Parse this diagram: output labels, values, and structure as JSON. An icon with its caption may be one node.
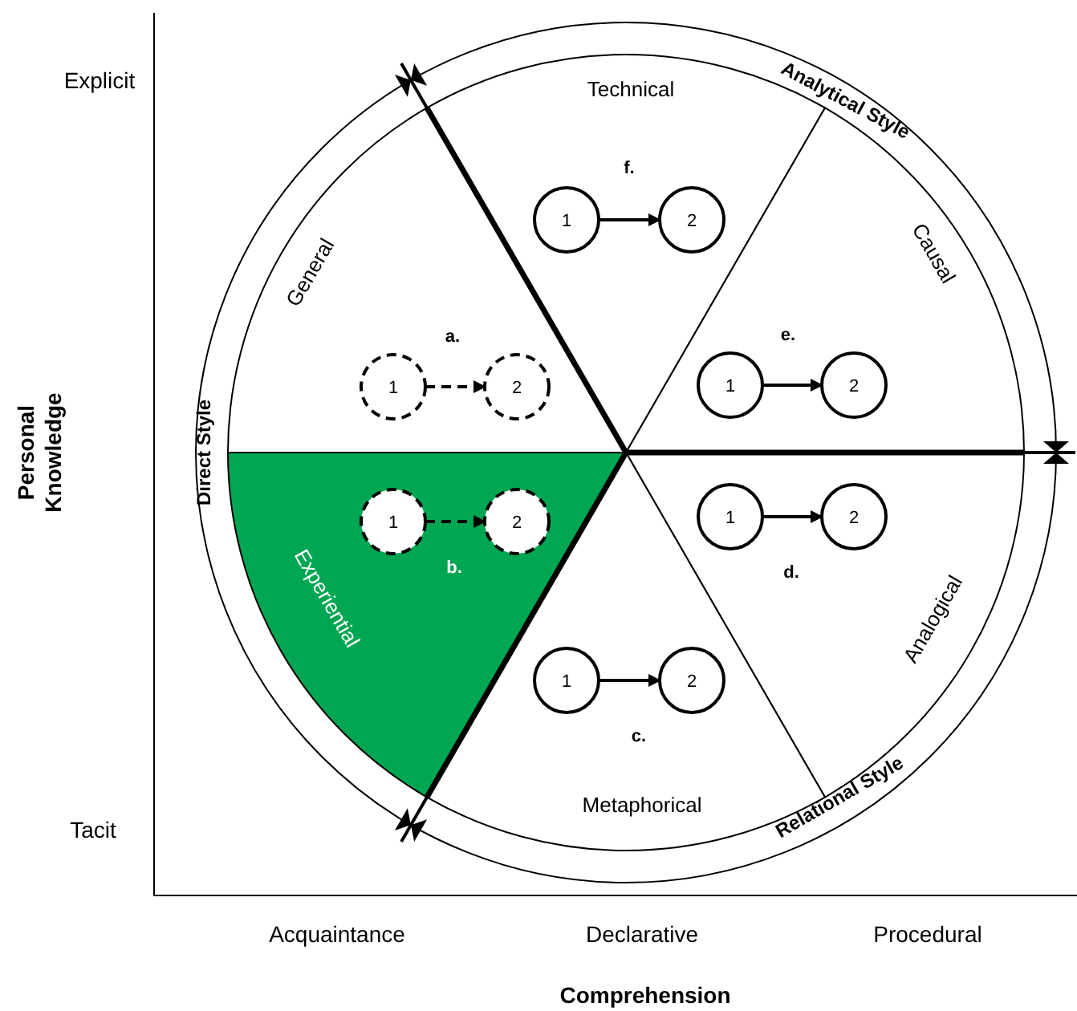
{
  "diagram": {
    "nodes": [
      {
        "text": [
          "Technical",
          "f."
        ]
      },
      {
        "text": [
          "1"
        ],
        "in": 0
      },
      {
        "text": [
          "2"
        ],
        "in": 0
      },
      {
        "text": [
          "General",
          "a."
        ]
      },
      {
        "text": [
          "1"
        ],
        "in": 3
      },
      {
        "text": [
          "2"
        ],
        "in": 3
      },
      {
        "text": [
          "Causal",
          "e."
        ]
      },
      {
        "text": [
          "1"
        ],
        "in": 6
      },
      {
        "text": [
          "2"
        ],
        "in": 6
      },
      {
        "text": [
          "Experiential",
          "b."
        ]
      },
      {
        "text": [
          "1"
        ],
        "in": 9
      },
      {
        "text": [
          "2"
        ],
        "in": 9
      },
      {
        "text": [
          "d.",
          "Analogical"
        ]
      },
      {
        "text": [
          "1"
        ],
        "in": 12
      },
      {
        "text": [
          "2"
        ],
        "in": 12
      },
      {
        "text": [
          "c.",
          "Metaphorical"
        ]
      },
      {
        "text": [
          "1"
        ],
        "in": 15
      },
      {
        "text": [
          "2"
        ],
        "in": 15
      }
    ],
    "edges": [
      {
        "from": 1,
        "to": 2,
        "arrow": "to"
      },
      {
        "from": 4,
        "to": 5,
        "arrow": "to",
        "style": "dashed"
      },
      {
        "from": 7,
        "to": 8,
        "arrow": "to"
      },
      {
        "from": 10,
        "to": 11,
        "arrow": "to",
        "style": "dashed"
      },
      {
        "from": 13,
        "to": 14,
        "arrow": "to"
      },
      {
        "from": 16,
        "to": 17,
        "arrow": "to"
      }
    ],
    "labels": [
      "Explicit",
      "Analytical Style",
      "Personal Knowledge",
      "Direct Style",
      "Tacit",
      "Relational Style",
      "Acquaintance",
      "Declarative",
      "Procedural",
      "Comprehension"
    ]
  }
}
